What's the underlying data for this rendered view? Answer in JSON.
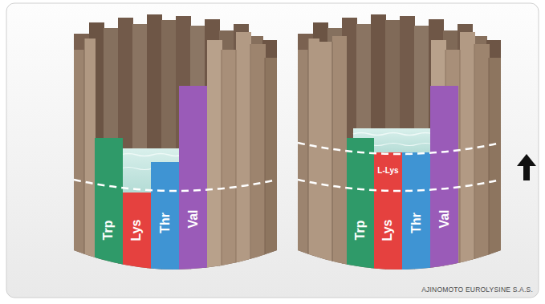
{
  "diagram": {
    "nodes": [
      {
        "text": [
          "Trp"
        ]
      },
      {
        "text": [
          "Lys"
        ]
      },
      {
        "text": [
          "Thr"
        ]
      },
      {
        "text": [
          "Val"
        ]
      },
      {
        "text": [
          "Trp"
        ]
      },
      {
        "text": [
          "L-Lys",
          "Lys"
        ]
      },
      {
        "text": [
          "Thr"
        ]
      },
      {
        "text": [
          "Val"
        ]
      }
    ],
    "labels": [
      "AJINOMOTO EUROLYSINE S.A.S."
    ]
  }
}
